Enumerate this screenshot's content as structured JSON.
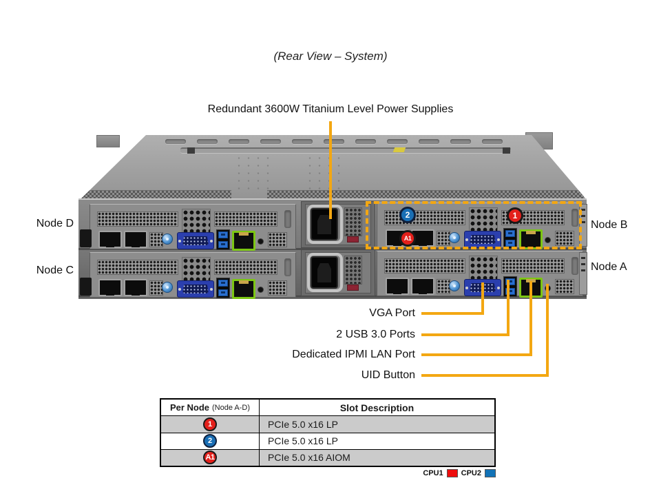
{
  "title": "(Rear View – System)",
  "callouts": {
    "psu": "Redundant 3600W Titanium Level Power Supplies",
    "vga": "VGA Port",
    "usb": "2 USB 3.0 Ports",
    "ipmi": "Dedicated IPMI LAN Port",
    "uid": "UID Button"
  },
  "node_labels": {
    "top_left": "Node D",
    "bottom_left": "Node C",
    "top_right": "Node B",
    "bottom_right": "Node A"
  },
  "badges": {
    "slot1": "1",
    "slot2": "2",
    "aiom": "A1"
  },
  "table": {
    "col1_header": "Per Node",
    "col1_header_note": "(Node A-D)",
    "col2_header": "Slot Description",
    "rows": [
      {
        "badge": "1",
        "badge_color": "#e3201b",
        "desc": "PCIe 5.0 x16 LP"
      },
      {
        "badge": "2",
        "badge_color": "#1a6fb5",
        "desc": "PCIe 5.0 x16 LP"
      },
      {
        "badge": "A1",
        "badge_color": "#e3201b",
        "desc": "PCIe 5.0 x16 AIOM"
      }
    ]
  },
  "legend": {
    "cpu1": "CPU1",
    "cpu1_color": "#ee0d0d",
    "cpu2": "CPU2",
    "cpu2_color": "#1273b7"
  },
  "colors": {
    "callout_yellow": "#F3A712"
  }
}
